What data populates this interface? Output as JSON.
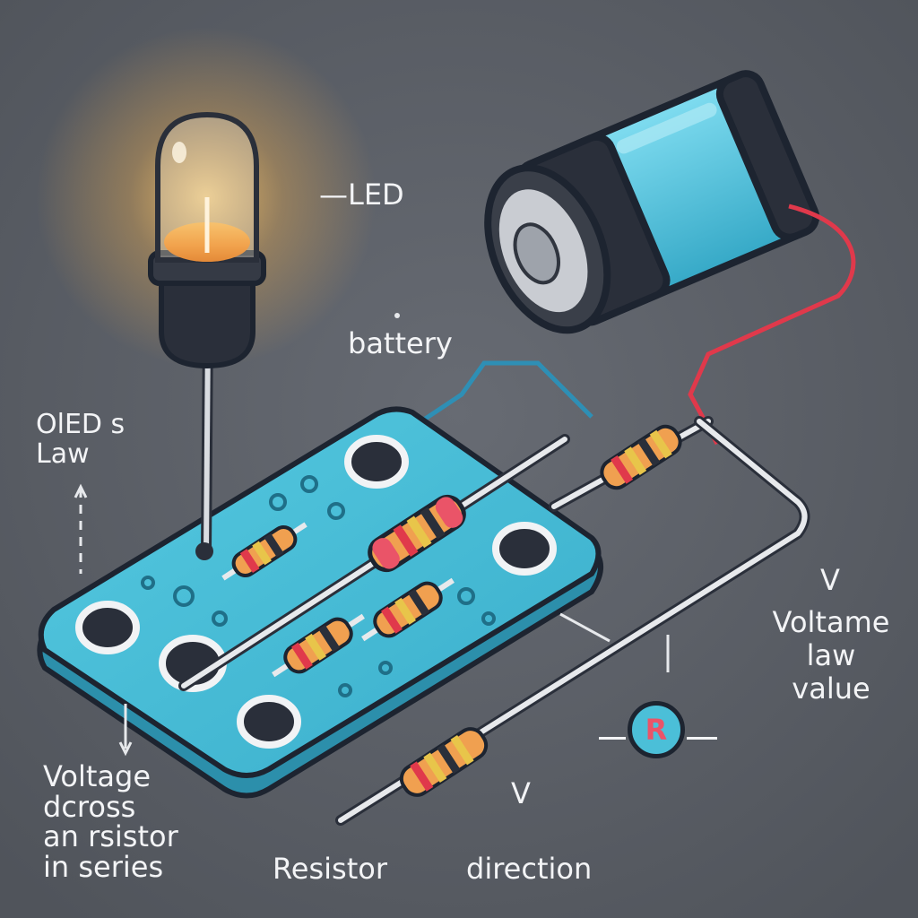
{
  "labels": {
    "led": "—LED",
    "battery": "battery",
    "oleds_law": "OlED s\nLaw",
    "v_top": "V",
    "voltame": "Voltame\nlaw\nvalue",
    "voltage_across": "Voltage\ndcross\nan rsistor\nin series",
    "resistor": "Resistor",
    "v_bottom": "V",
    "direction": "direction",
    "r_badge": "R"
  },
  "colors": {
    "background": "#5b5f66",
    "board": "#43b9d3",
    "battery_body": "#4fc3df",
    "wire_red": "#e0394b",
    "wire_blue": "#2e8fb5",
    "led_glow": "#f6b24c"
  },
  "icons": [
    "led-bulb-icon",
    "battery-icon",
    "resistor-icon",
    "circuit-board-icon"
  ]
}
